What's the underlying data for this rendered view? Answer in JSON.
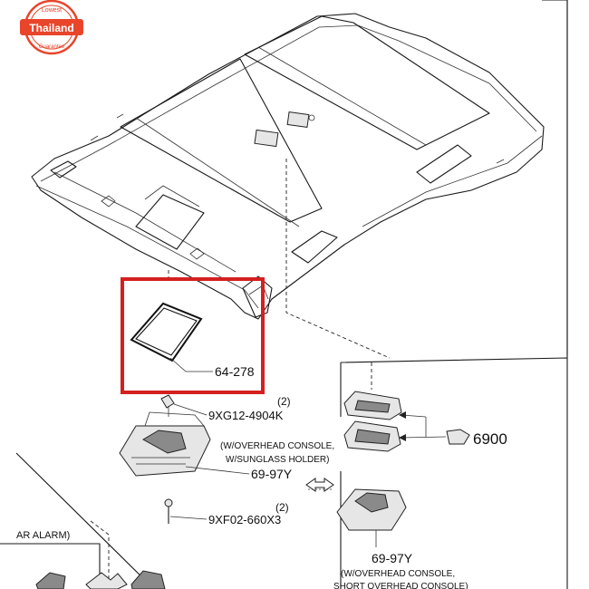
{
  "badge": {
    "top_text": "Lowest",
    "main_text": "Thailand",
    "bottom_text": "Guarantee",
    "color": "#e8452b"
  },
  "highlight_color": "#d42020",
  "callouts": {
    "part_64_278": "64-278",
    "screw_top_qty": "(2)",
    "screw_top_code": "9XG12-4904K",
    "note_top_line1": "(W/OVERHEAD CONSOLE,",
    "note_top_line2": "W/SUNGLASS HOLDER)",
    "part_69_97y_a": "69-97Y",
    "screw_bottom_qty": "(2)",
    "screw_bottom_code": "9XF02-660X3",
    "ref_6900": "6900",
    "part_69_97y_b": "69-97Y",
    "note_bottom_line1": "(W/OVERHEAD CONSOLE,",
    "note_bottom_line2": "SHORT OVERHEAD CONSOLE)",
    "alarm_label": "AR ALARM)"
  }
}
